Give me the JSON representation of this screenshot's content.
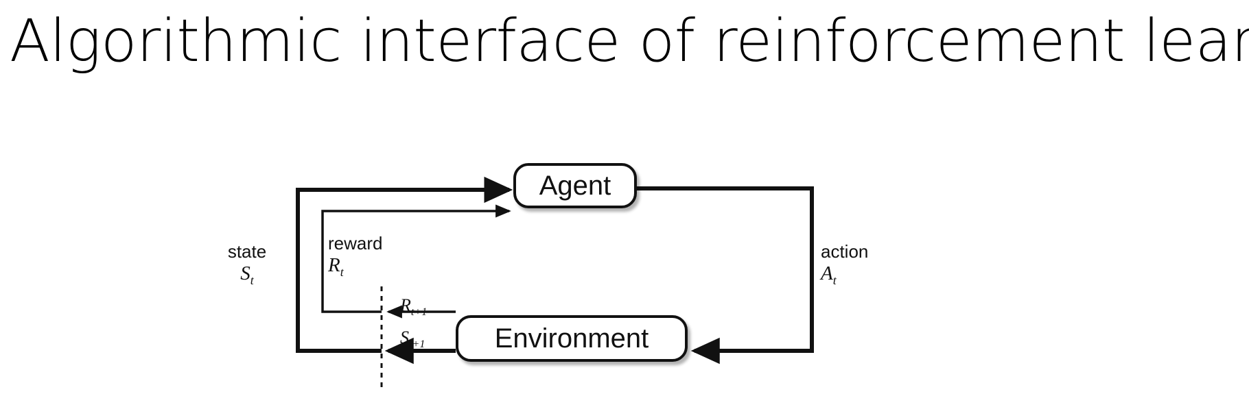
{
  "slide": {
    "title": "Algorithmic interface of reinforcement learning",
    "background_color": "#ffffff",
    "ink_color": "#111111"
  },
  "diagram": {
    "name": "agent-environment-interaction-loop",
    "nodes": [
      {
        "id": "agent",
        "label": "Agent"
      },
      {
        "id": "environment",
        "label": "Environment"
      }
    ],
    "edges": [
      {
        "id": "state-to-agent",
        "from": "environment",
        "to": "agent",
        "word": "state",
        "symbol": "S",
        "subscript": "t",
        "style": "solid-thick"
      },
      {
        "id": "reward-to-agent",
        "from": "environment",
        "to": "agent",
        "word": "reward",
        "symbol": "R",
        "subscript": "t",
        "style": "solid-thin"
      },
      {
        "id": "action-to-environment",
        "from": "agent",
        "to": "environment",
        "word": "action",
        "symbol": "A",
        "subscript": "t",
        "style": "solid-thick"
      }
    ],
    "time_step_labels": [
      {
        "id": "reward-next",
        "symbol": "R",
        "subscript": "t+1"
      },
      {
        "id": "state-next",
        "symbol": "S",
        "subscript": "t+1"
      }
    ],
    "time_boundary": {
      "id": "time-step-divider",
      "style": "dashed-vertical"
    }
  }
}
